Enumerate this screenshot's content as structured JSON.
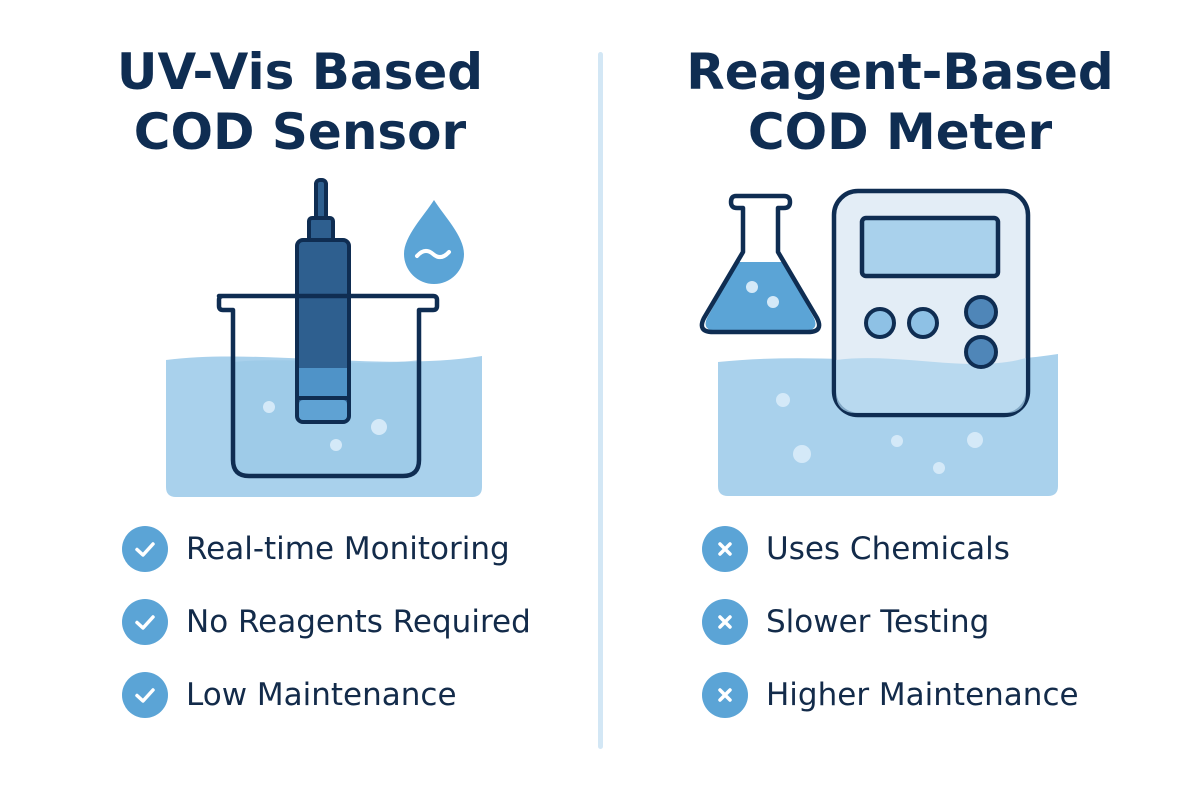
{
  "colors": {
    "title": "#0f2d52",
    "text": "#132b4a",
    "outline": "#0f2d52",
    "water_fill": "#a9d1ec",
    "water_light": "#dceefa",
    "probe_dark": "#2e5f8f",
    "probe_light": "#4f93c8",
    "accent_blue": "#5ba4d6",
    "divider": "#d3e7f5"
  },
  "left_panel": {
    "title_line1": "UV-Vis Based",
    "title_line2": "COD Sensor",
    "illustration_icons": [
      "uv-vis-probe-icon",
      "beaker-icon",
      "water-droplet-icon"
    ],
    "features": [
      {
        "label": "Real-time Monitoring",
        "icon": "check-icon"
      },
      {
        "label": "No Reagents Required",
        "icon": "check-icon"
      },
      {
        "label": "Low Maintenance",
        "icon": "check-icon"
      }
    ]
  },
  "right_panel": {
    "title_line1": "Reagent-Based",
    "title_line2": "COD Meter",
    "illustration_icons": [
      "flask-icon",
      "meter-device-icon"
    ],
    "features": [
      {
        "label": "Uses Chemicals",
        "icon": "cross-icon"
      },
      {
        "label": "Slower Testing",
        "icon": "cross-icon"
      },
      {
        "label": "Higher Maintenance",
        "icon": "cross-icon"
      }
    ]
  }
}
